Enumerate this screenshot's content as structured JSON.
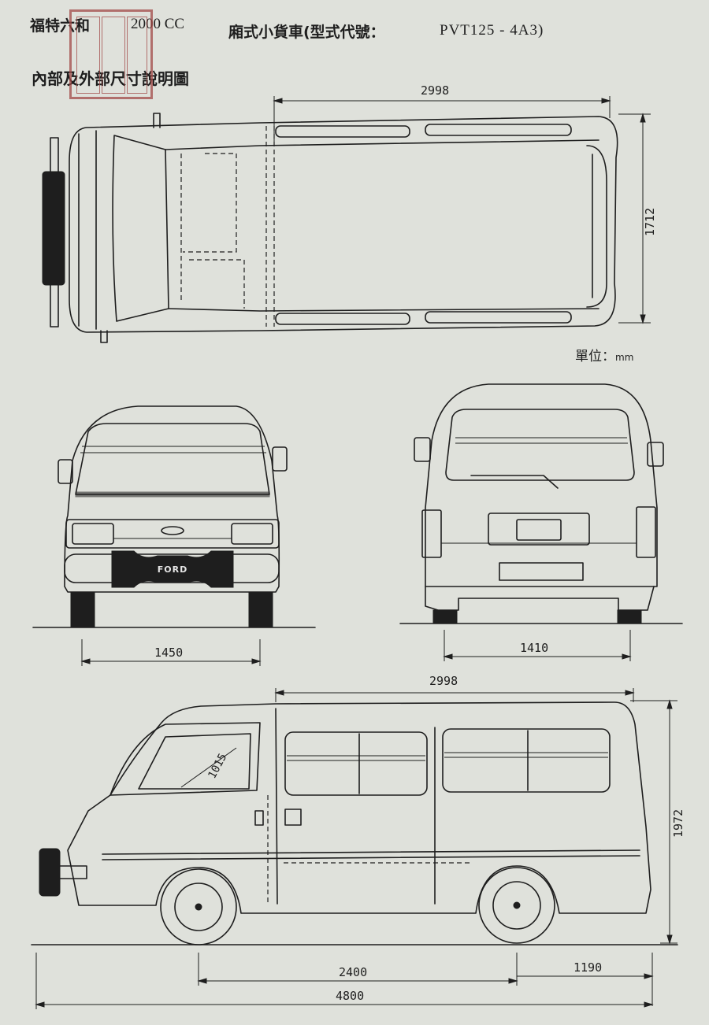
{
  "header": {
    "brand": "福特六和",
    "engine": "2000 CC",
    "model_cn": "廂式小貨車(型式代號：",
    "model_code": "PVT125 - 4A3)",
    "subtitle": "內部及外部尺寸說明圖",
    "unit_label": "單位：",
    "unit": "mm"
  },
  "badge": {
    "text": "FORD"
  },
  "dimensions": {
    "top_cargo_length": "2998",
    "top_width": "1712",
    "front_track": "1450",
    "rear_track": "1410",
    "side_cargo_length": "2998",
    "height": "1972",
    "windshield": "1015",
    "wheelbase": "2400",
    "rear_overhang": "1190",
    "overall_length": "4800"
  },
  "colors": {
    "ink": "#1e1e1e",
    "paper": "#dfe1db",
    "stamp": "#a24a48"
  }
}
